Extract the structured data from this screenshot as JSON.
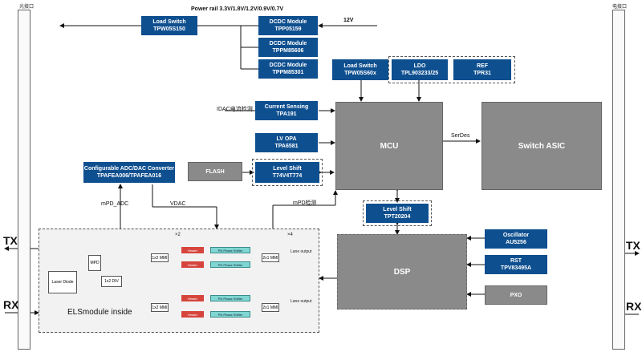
{
  "ports": {
    "left_title": "光接口",
    "right_title": "电接口"
  },
  "power_rail": "Power rail 3.3V/1.8V/1.2V/0.9V/0.7V",
  "input_12v": "12V",
  "blocks": {
    "load_switch_top": [
      "Load Switch",
      "TPW05S150"
    ],
    "dcdc1": [
      "DCDC Module",
      "TPP05159"
    ],
    "dcdc2": [
      "DCDC Module",
      "TPPM85606"
    ],
    "dcdc3": [
      "DCDC Module",
      "TPPM85301"
    ],
    "load_switch_mid": [
      "Load Switch",
      "TPW05S60x"
    ],
    "ldo": [
      "LDO",
      "TPL903233/25"
    ],
    "ref": [
      "REF",
      "TPR31"
    ],
    "current_sensing": [
      "Current Sensing",
      "TPA191"
    ],
    "lv_opa": [
      "LV OPA",
      "TPA6581"
    ],
    "level_shift_1": [
      "Level Shift",
      "T74V4T774"
    ],
    "adc_dac": [
      "Configurable ADC/DAC Converter",
      "TPAFEA006/TPAFEA016"
    ],
    "flash": "FLASH",
    "mcu": "MCU",
    "switch_asic": "Switch ASIC",
    "level_shift_2": [
      "Level Shift",
      "TPT20204"
    ],
    "dsp": "DSP",
    "oscillator": [
      "Oscillator",
      "AU5256"
    ],
    "rst": [
      "RST",
      "TPV83495A"
    ],
    "pxo": "PXO"
  },
  "labels": {
    "idac": "IDAC电流检测",
    "serdes": "SerDes",
    "mpd_adc": "mPD_ADC",
    "vdac": "VDAC",
    "mpd_detect": "mPD检测",
    "tx_left": "TX",
    "rx_left": "RX",
    "tx_right": "TX",
    "rx_right": "RX",
    "els_module": "ELSmodule inside",
    "laser_diode": "Laser Diode",
    "mpd": "MPD",
    "div_1x2": "1x2 DIV",
    "mmi_1x2_top": "1x2 MMI",
    "mmi_1x2_bot": "1x2 MMI",
    "mmi_2x1_top": "2x1 MMI",
    "mmi_2x1_bot": "2x1 MMI",
    "heater": "Heater",
    "phase_shifter": "PN Phase Shifter",
    "lane_output": "Lane output",
    "x2": "×2",
    "x4": "×4"
  },
  "colors": {
    "blue": "#0e4f8f",
    "gray": "#8a8a8a",
    "laser_red": "#d6453d",
    "phase_cyan": "#7fd6d3"
  }
}
